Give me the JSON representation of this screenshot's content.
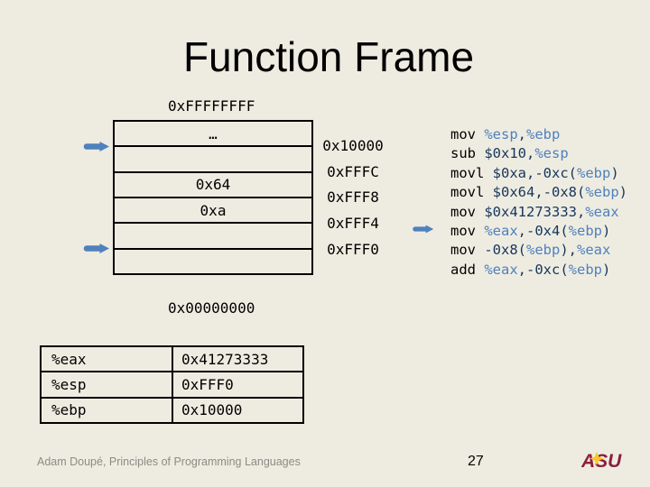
{
  "slide": {
    "title": "Function Frame"
  },
  "memory": {
    "top_label": "0xFFFFFFFF",
    "bottom_label": "0x00000000",
    "cells": [
      "…",
      "",
      "0x64",
      "0xa",
      "",
      ""
    ],
    "addresses": [
      "0x10000",
      "0xFFFC",
      "0xFFF8",
      "0xFFF4",
      "0xFFF0"
    ],
    "pointers": {
      "ebp_arrow_at": "0x10000",
      "esp_arrow_at": "0xFFF0"
    }
  },
  "code": {
    "lines": [
      [
        [
          "opcode",
          "mov "
        ],
        [
          "register",
          "%esp"
        ],
        [
          "number",
          ","
        ],
        [
          "register",
          "%ebp"
        ]
      ],
      [
        [
          "opcode",
          "sub "
        ],
        [
          "number",
          "$0x10,"
        ],
        [
          "register",
          "%esp"
        ]
      ],
      [
        [
          "opcode",
          "movl "
        ],
        [
          "number",
          "$0xa,-0xc("
        ],
        [
          "register",
          "%ebp"
        ],
        [
          "number",
          ")"
        ]
      ],
      [
        [
          "opcode",
          "movl "
        ],
        [
          "number",
          "$0x64,-0x8("
        ],
        [
          "register",
          "%ebp"
        ],
        [
          "number",
          ")"
        ]
      ],
      [
        [
          "opcode",
          "mov "
        ],
        [
          "number",
          "$0x41273333,"
        ],
        [
          "register",
          "%eax"
        ]
      ],
      [
        [
          "opcode",
          "mov "
        ],
        [
          "register",
          "%eax"
        ],
        [
          "number",
          ",-0x4("
        ],
        [
          "register",
          "%ebp"
        ],
        [
          "number",
          ")"
        ]
      ],
      [
        [
          "opcode",
          "mov "
        ],
        [
          "number",
          "-0x8("
        ],
        [
          "register",
          "%ebp"
        ],
        [
          "number",
          "),"
        ],
        [
          "register",
          "%eax"
        ]
      ],
      [
        [
          "opcode",
          "add "
        ],
        [
          "register",
          "%eax"
        ],
        [
          "number",
          ",-0xc("
        ],
        [
          "register",
          "%ebp"
        ],
        [
          "number",
          ")"
        ]
      ]
    ],
    "current_line_index": 5
  },
  "registers": {
    "rows": [
      [
        "%eax",
        "0x41273333"
      ],
      [
        "%esp",
        "0xFFF0"
      ],
      [
        "%ebp",
        "0x10000"
      ]
    ]
  },
  "footer": {
    "credit": "Adam Doupé, Principles of Programming Languages",
    "page": "27",
    "logo": "ASU"
  },
  "colors": {
    "background": "#EEECE1",
    "arrow_blue": "#4F81BD",
    "code_opcode": "#000000",
    "code_register": "#4F81BD",
    "code_number": "#17365D",
    "footer_gray": "#8B8B85",
    "asu_maroon": "#8C1D40",
    "asu_gold": "#FFC627"
  }
}
